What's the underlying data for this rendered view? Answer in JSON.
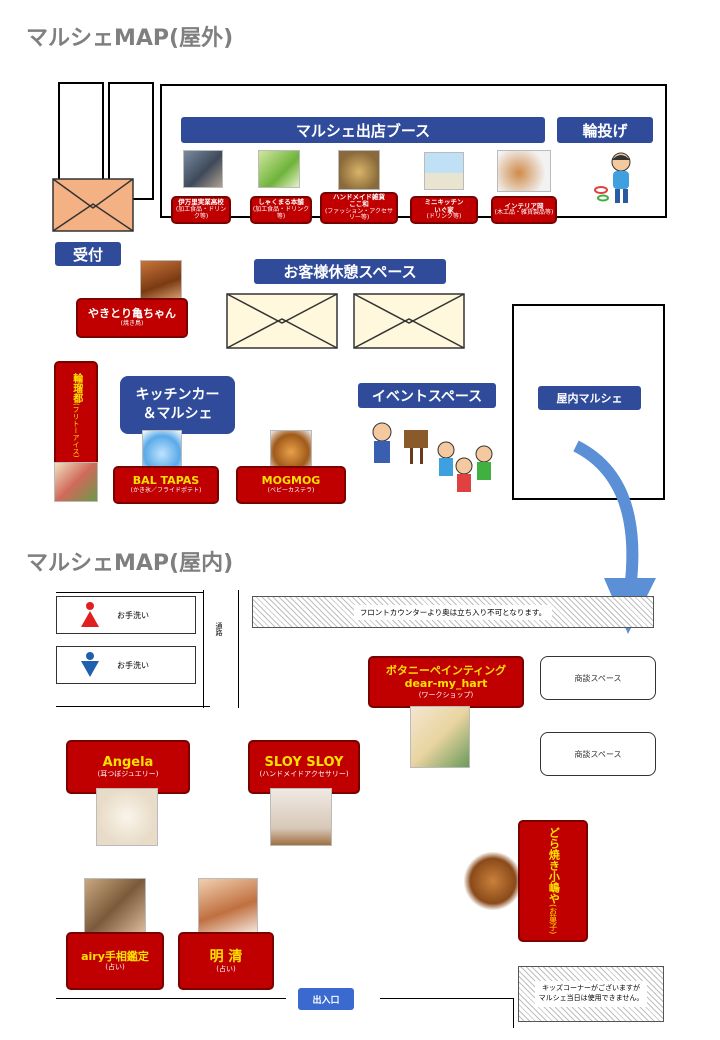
{
  "outdoor": {
    "title": "マルシェMAP(屋外)",
    "booth_banner": "マルシェ出店ブース",
    "ring_toss": "輪投げ",
    "reception": "受付",
    "rest_space": "お客様休憩スペース",
    "event_space": "イベントスペース",
    "indoor_marche": "屋内マルシェ",
    "kitchen_car": "キッチンカー\n＆マルシェ",
    "booths": [
      {
        "name": "伊万里実業高校",
        "sub": "(加工食品・ドリンク等)"
      },
      {
        "name": "しゃくまる本舗",
        "sub": "(加工食品・ドリンク等)"
      },
      {
        "name": "ハンドメイド雑貨\nここ和",
        "sub": "(ファッション・アクセサリー等)"
      },
      {
        "name": "ミニキッチン\nいぐ家",
        "sub": "(ドリンク等)"
      },
      {
        "name": "インテリア岡",
        "sub": "(木工品・雑貨製品等)"
      }
    ],
    "yakitori": {
      "name": "やきとり亀ちゃん",
      "sub": "(焼き鳥)"
    },
    "rinkido": {
      "name": "輪瑠都",
      "sub": "(フリトーアイス)"
    },
    "baltapas": {
      "name": "BAL TAPAS",
      "sub": "(かき氷／フライドポテト)"
    },
    "mogmog": {
      "name": "MOGMOG",
      "sub": "(ベビーカステラ)"
    }
  },
  "indoor": {
    "title": "マルシェMAP(屋内)",
    "toilet1": "お手洗い",
    "toilet2": "お手洗い",
    "passage": "通路",
    "front_notice": "フロントカウンターより奥は立ち入り不可となります。",
    "meeting1": "商談スペース",
    "meeting2": "商談スペース",
    "botanical": {
      "name": "ボタニーペインティング\ndear-my_hart",
      "sub": "(ワークショップ)"
    },
    "angela": {
      "name": "Angela",
      "sub": "(耳つぼジュエリー)"
    },
    "sloy": {
      "name": "SLOY SLOY",
      "sub": "(ハンドメイドアクセサリー)"
    },
    "dorayaki": {
      "name": "どら焼き小嶋や",
      "sub": "(お菓子)"
    },
    "airy": {
      "name": "airy手相鑑定",
      "sub": "(占い)"
    },
    "meisei": {
      "name": "明 清",
      "sub": "(占い)"
    },
    "entrance": "出入口",
    "kids_notice": "キッズコーナーがございますが\nマルシェ当日は使用できません。"
  }
}
